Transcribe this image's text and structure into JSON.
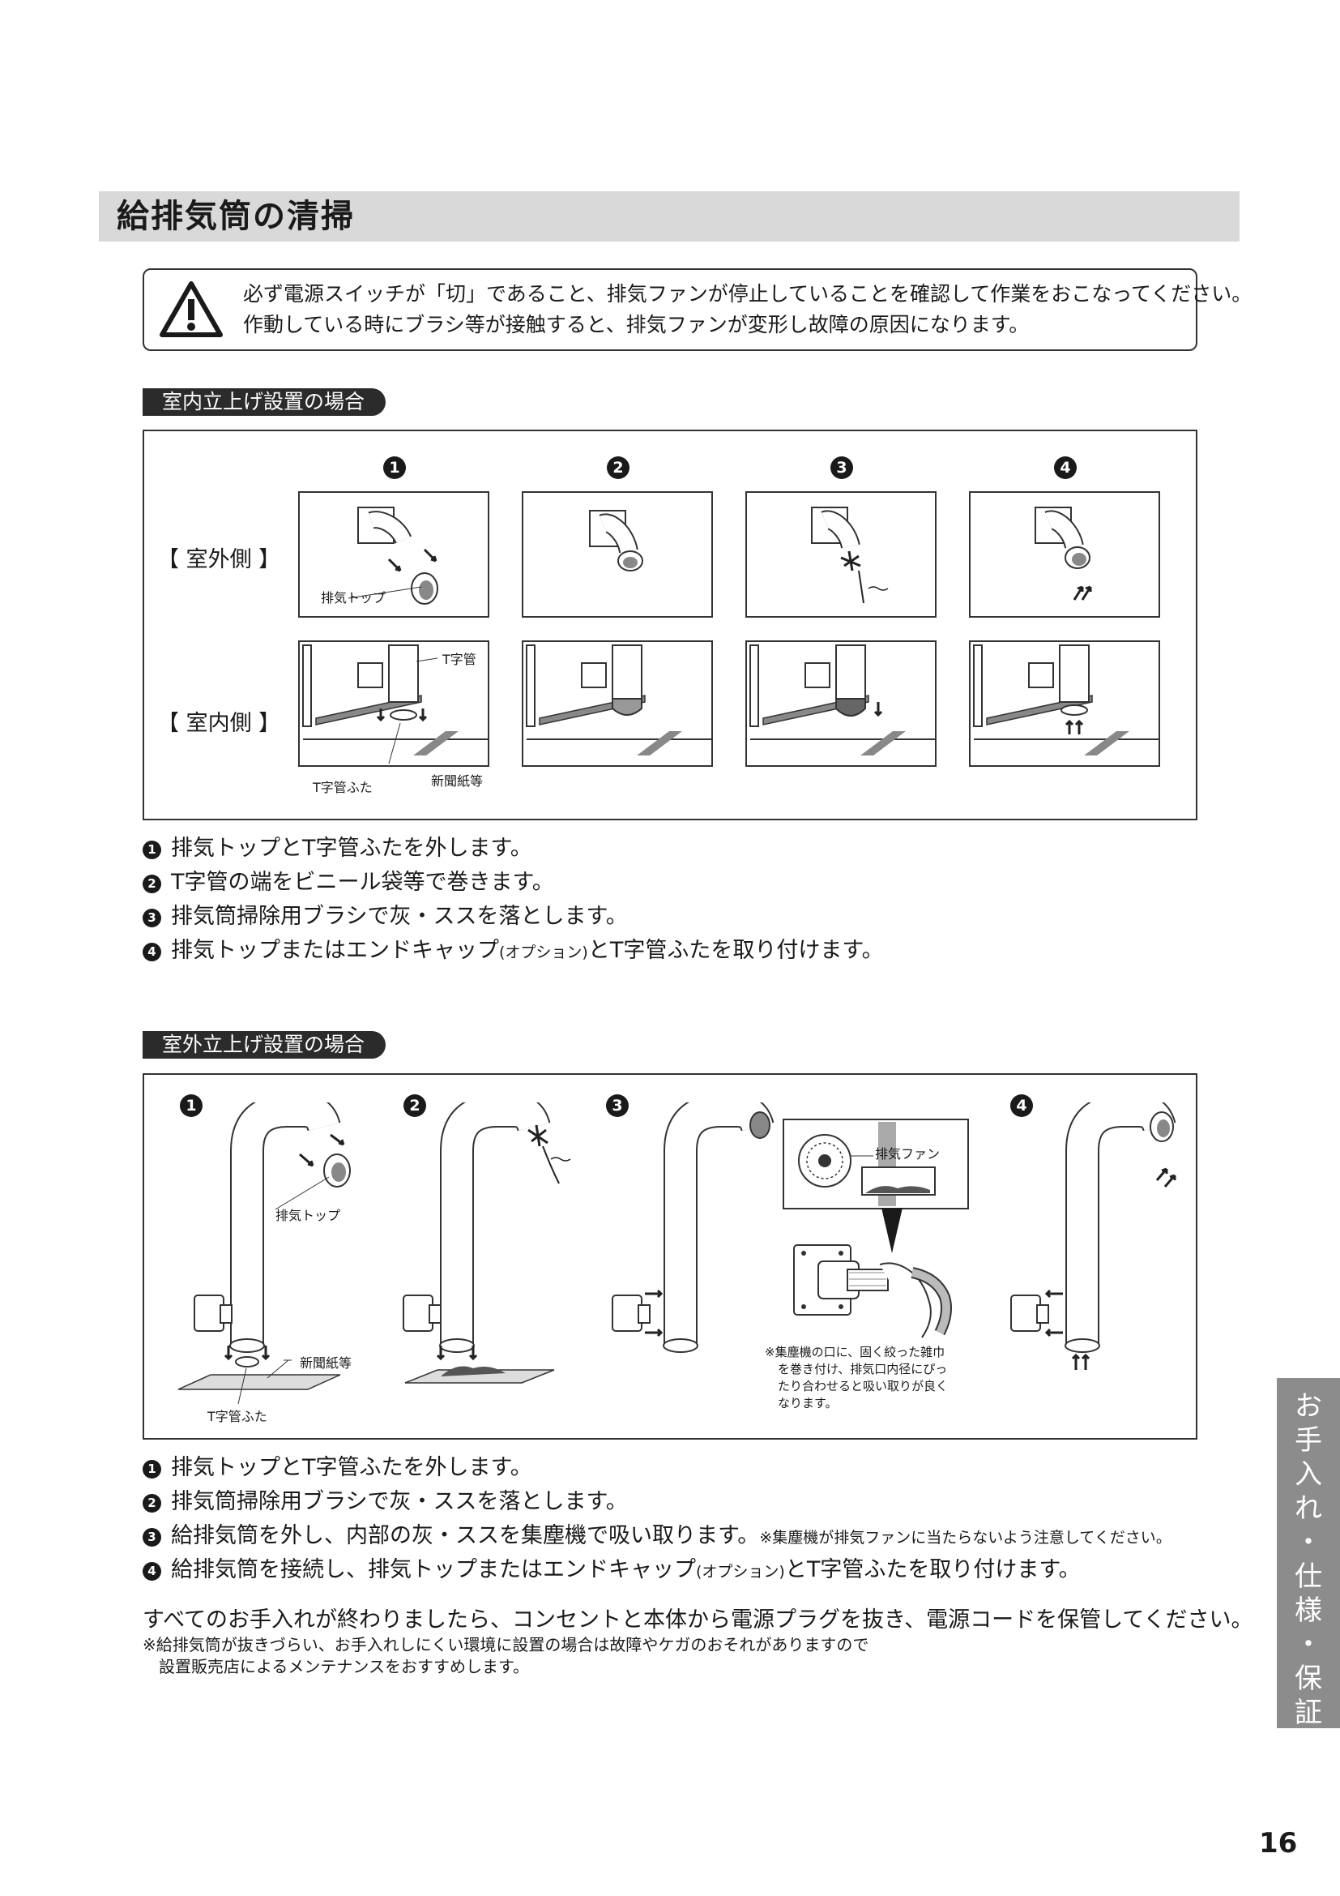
{
  "page_title": "給排気筒の清掃",
  "warning": {
    "line1": "必ず電源スイッチが「切」であること、排気ファンが停止していることを確認して作業をおこなってください。",
    "line2": "作動している時にブラシ等が接触すると、排気ファンが変形し故障の原因になります。"
  },
  "indoor_section": {
    "heading": "室内立上げ設置の場合",
    "numbers": [
      "1",
      "2",
      "3",
      "4"
    ],
    "row_outside": "【 室外側 】",
    "row_inside": "【 室内側 】",
    "labels": {
      "exhaust_top": "排気トップ",
      "t_pipe": "T字管",
      "t_pipe_cap": "T字管ふた",
      "newspaper": "新聞紙等"
    },
    "steps": [
      "排気トップとT字管ふたを外します。",
      "T字管の端をビニール袋等で巻きます。",
      "排気筒掃除用ブラシで灰・ススを落とします。"
    ],
    "step4_main": "排気トップまたはエンドキャップ",
    "step4_small": "(オプション)",
    "step4_tail": "とT字管ふたを取り付けます。"
  },
  "outdoor_section": {
    "heading": "室外立上げ設置の場合",
    "numbers": [
      "1",
      "2",
      "3",
      "4"
    ],
    "labels": {
      "exhaust_top": "排気トップ",
      "newspaper": "新聞紙等",
      "t_pipe_cap": "T字管ふた",
      "exhaust_fan": "排気ファン"
    },
    "vacuum_note": [
      "※集塵機の口に、固く絞った雑巾",
      "を巻き付け、排気口内径にぴっ",
      "たり合わせると吸い取りが良く",
      "なります。"
    ],
    "steps": [
      "排気トップとT字管ふたを外します。",
      "排気筒掃除用ブラシで灰・ススを落とします。"
    ],
    "step3_main": "給排気筒を外し、内部の灰・ススを集塵機で吸い取ります。",
    "step3_note": "※集塵機が排気ファンに当たらないよう注意してください。",
    "step4_main": "給排気筒を接続し、排気トップまたはエンドキャップ",
    "step4_small": "(オプション)",
    "step4_tail": "とT字管ふたを取り付けます。"
  },
  "final_text": "すべてのお手入れが終わりましたら、コンセントと本体から電源プラグを抜き、電源コードを保管してください。",
  "footnote": [
    "※給排気筒が抜きづらい、お手入れしにくい環境に設置の場合は故障やケガのおそれがありますので",
    "設置販売店によるメンテナンスをおすすめします。"
  ],
  "side_tab": [
    "お",
    "手",
    "入",
    "れ",
    "・",
    "仕",
    "様",
    "・",
    "保",
    "証"
  ],
  "page_number": "16"
}
